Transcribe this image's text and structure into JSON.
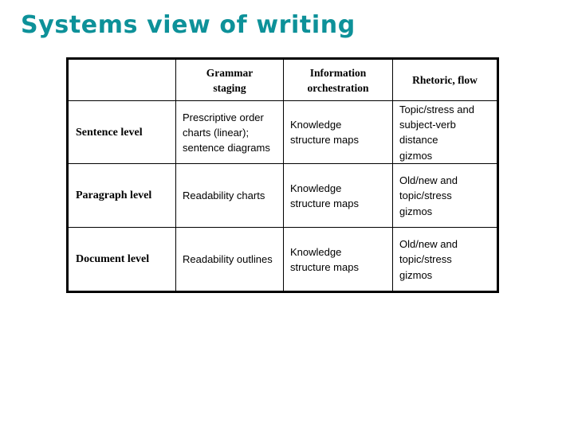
{
  "slide": {
    "title": "Systems view of writing",
    "title_color": "#0d9199",
    "background_color": "#ffffff",
    "border_color": "#000000"
  },
  "table": {
    "corner_header": "",
    "column_headers": [
      {
        "lines": [
          "Grammar",
          "staging"
        ]
      },
      {
        "lines": [
          "Information",
          "orchestration"
        ]
      },
      {
        "lines": [
          "Rhetoric, flow"
        ]
      }
    ],
    "rows": [
      {
        "label": "Sentence level",
        "cells": [
          {
            "paragraphs": [
              {
                "lines": [
                  "Prescriptive order",
                  "charts (linear);",
                  "sentence diagrams"
                ]
              }
            ]
          },
          {
            "paragraphs": [
              {
                "lines": [
                  "Knowledge",
                  "structure maps"
                ]
              }
            ]
          },
          {
            "paragraphs": [
              {
                "lines": [
                  "Topic/stress and",
                  "subject-verb",
                  "distance"
                ]
              },
              {
                "lines": [
                  "gizmos"
                ]
              }
            ]
          }
        ]
      },
      {
        "label": "Paragraph level",
        "cells": [
          {
            "paragraphs": [
              {
                "lines": [
                  "Readability charts"
                ]
              }
            ]
          },
          {
            "paragraphs": [
              {
                "lines": [
                  "Knowledge",
                  "structure maps"
                ]
              }
            ]
          },
          {
            "paragraphs": [
              {
                "lines": [
                  "Old/new and",
                  "topic/stress"
                ]
              },
              {
                "lines": [
                  "gizmos"
                ]
              }
            ]
          }
        ]
      },
      {
        "label": "Document level",
        "cells": [
          {
            "paragraphs": [
              {
                "lines": [
                  "Readability outlines"
                ]
              }
            ]
          },
          {
            "paragraphs": [
              {
                "lines": [
                  "Knowledge",
                  "structure maps"
                ]
              }
            ]
          },
          {
            "paragraphs": [
              {
                "lines": [
                  "Old/new and",
                  "topic/stress"
                ]
              },
              {
                "lines": [
                  "gizmos"
                ]
              }
            ]
          }
        ]
      }
    ]
  }
}
